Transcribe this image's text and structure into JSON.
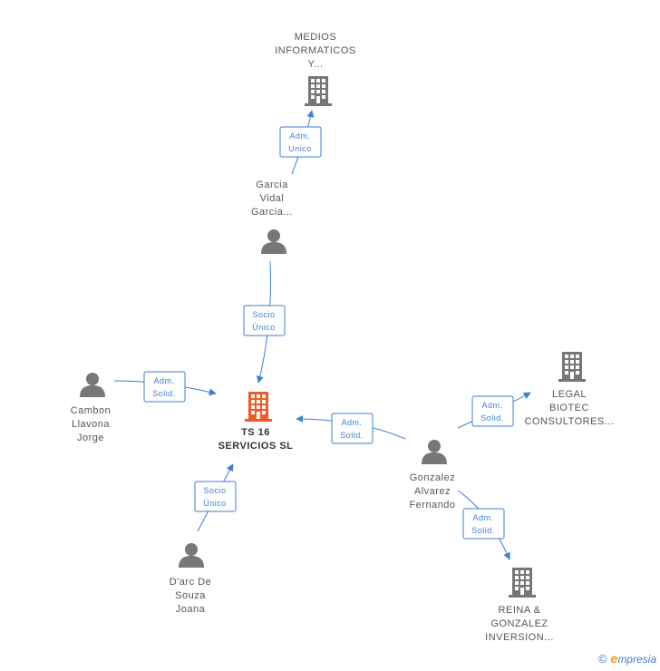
{
  "nodes": {
    "medios": {
      "lines": [
        "MEDIOS",
        "INFORMATICOS",
        "Y..."
      ],
      "kind": "company"
    },
    "garcia": {
      "lines": [
        "Garcia",
        "Vidal",
        "Garcia..."
      ],
      "kind": "person"
    },
    "ts16": {
      "lines": [
        "TS 16",
        "SERVICIOS  SL"
      ],
      "kind": "company-main"
    },
    "cambon": {
      "lines": [
        "Cambon",
        "Llavona",
        "Jorge"
      ],
      "kind": "person"
    },
    "darc": {
      "lines": [
        "D'arc De",
        "Souza",
        "Joana"
      ],
      "kind": "person"
    },
    "gonzalez": {
      "lines": [
        "Gonzalez",
        "Alvarez",
        "Fernando"
      ],
      "kind": "person"
    },
    "legal": {
      "lines": [
        "LEGAL",
        "BIOTEC",
        "CONSULTORES..."
      ],
      "kind": "company"
    },
    "reina": {
      "lines": [
        "REINA &",
        "GONZALEZ",
        "INVERSION..."
      ],
      "kind": "company"
    }
  },
  "edges": [
    {
      "id": "garcia-medios",
      "lines": [
        "Adm.",
        "Unico"
      ]
    },
    {
      "id": "garcia-ts16",
      "lines": [
        "Socio",
        "Único"
      ]
    },
    {
      "id": "cambon-ts16",
      "lines": [
        "Adm.",
        "Solid."
      ]
    },
    {
      "id": "darc-ts16",
      "lines": [
        "Socio",
        "Único"
      ]
    },
    {
      "id": "gonzalez-ts16",
      "lines": [
        "Adm.",
        "Solid."
      ]
    },
    {
      "id": "gonzalez-legal",
      "lines": [
        "Adm.",
        "Solid."
      ]
    },
    {
      "id": "gonzalez-reina",
      "lines": [
        "Adm.",
        "Solid."
      ]
    }
  ],
  "footer": {
    "copyright": "©",
    "brand_initial": "e",
    "brand_rest": "mpresia"
  },
  "colors": {
    "edge": "#3d7fd6",
    "company": "#777777",
    "company_main": "#f05a28",
    "person": "#777777"
  }
}
